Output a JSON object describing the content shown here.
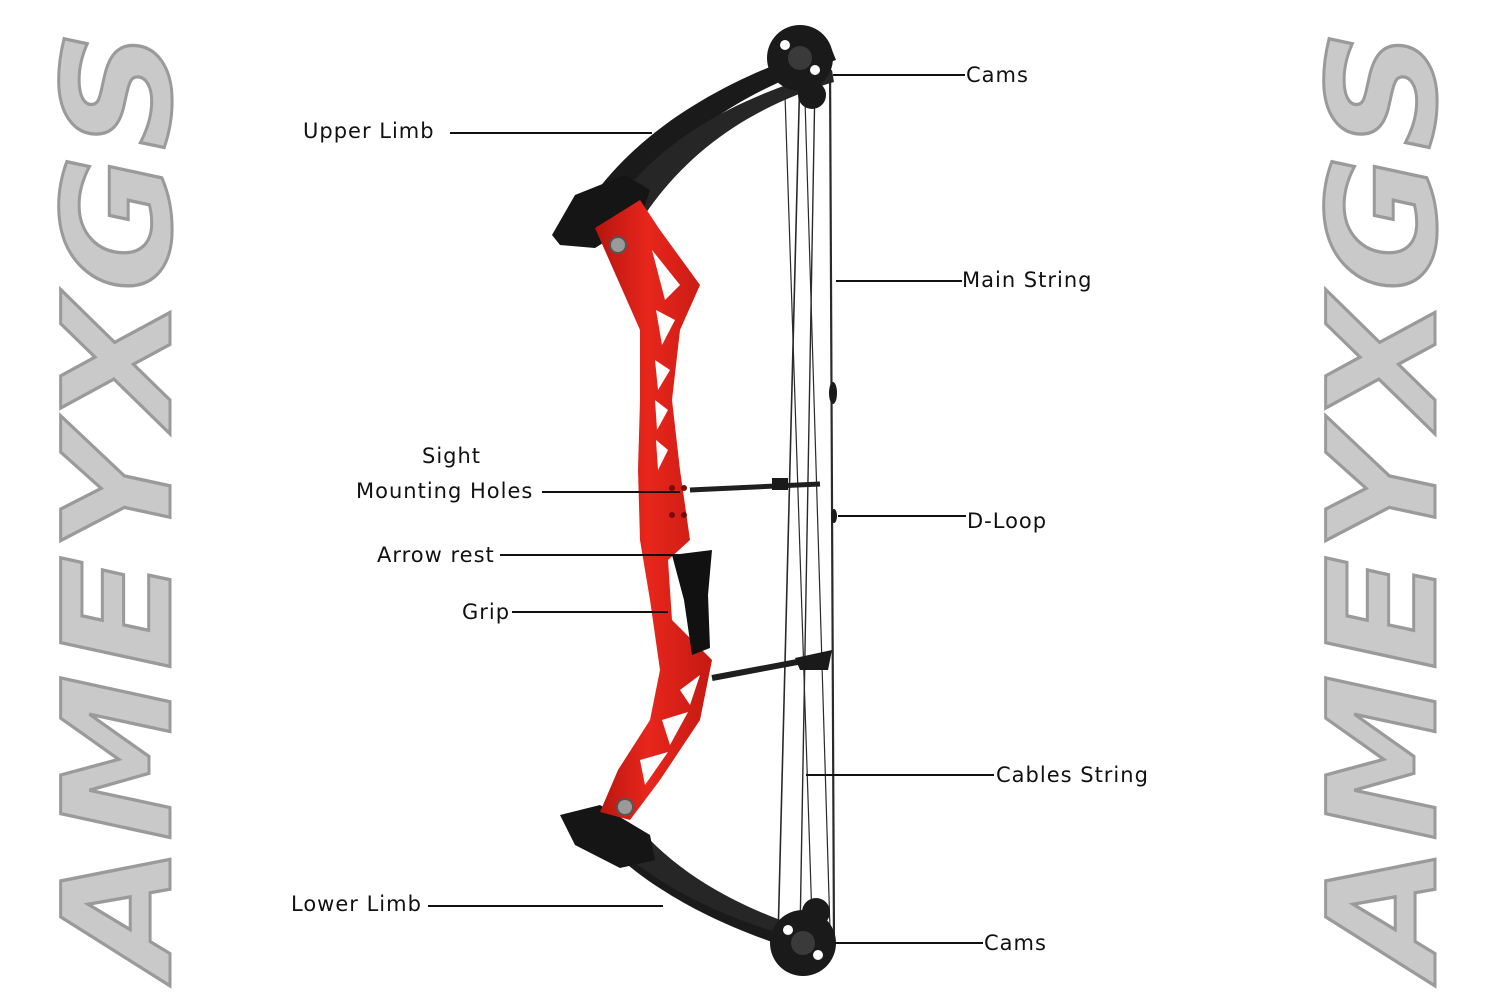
{
  "watermark": {
    "left_text": "AMEYXGS",
    "right_text": "AMEYXGS"
  },
  "colors": {
    "riser": "#e8261c",
    "riser_dark": "#b5150e",
    "limb": "#1a1a1a",
    "string": "#2a2a2a",
    "watermark_fill": "#c9c9c9",
    "watermark_stroke": "#9a9a9a",
    "leader_line": "#111111"
  },
  "labels": {
    "upper_limb": "Upper Limb",
    "sight_line1": "Sight",
    "sight_line2": "Mounting Holes",
    "arrow_rest": "Arrow rest",
    "grip": "Grip",
    "lower_limb": "Lower Limb",
    "cams_top": "Cams",
    "main_string": "Main String",
    "d_loop": "D-Loop",
    "cables_string": "Cables String",
    "cams_bottom": "Cams"
  }
}
